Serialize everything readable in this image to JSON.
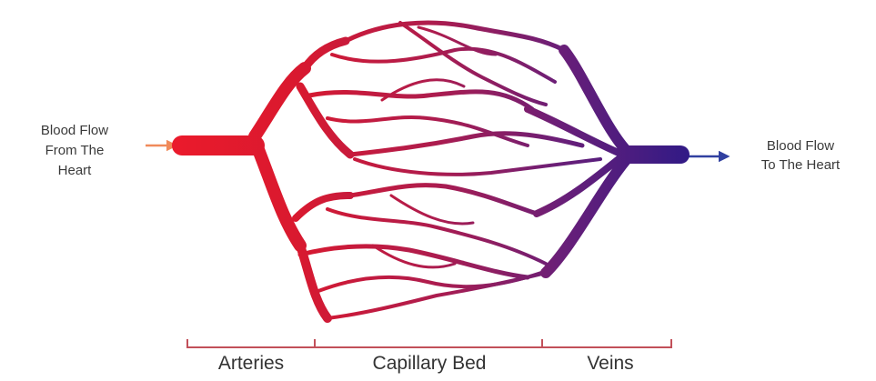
{
  "diagram": {
    "left_label": [
      "Blood Flow",
      "From The",
      "Heart"
    ],
    "right_label": [
      "Blood Flow",
      "To The Heart"
    ],
    "sections": {
      "arteries": "Arteries",
      "capillary_bed": "Capillary Bed",
      "veins": "Veins"
    },
    "colors": {
      "artery_red": "#e8182b",
      "mid_purple": "#a0205e",
      "vein_blue": "#3a1b8a",
      "bracket": "#c2505a",
      "arrow_in": "#f08a5a",
      "arrow_out": "#3040a0",
      "text": "#333333"
    }
  }
}
